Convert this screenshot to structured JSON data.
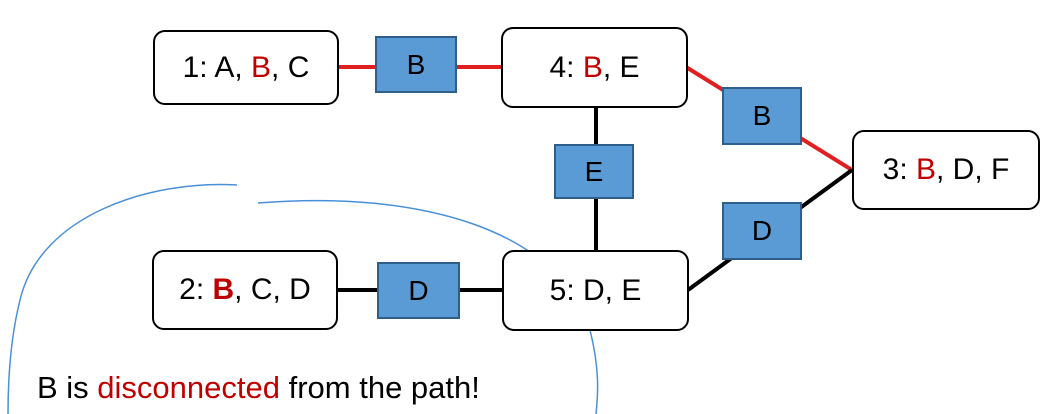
{
  "colors": {
    "highlight": "#c00000",
    "separator_fill": "#5b9bd5",
    "annotation": "#4a90d9",
    "edge_red": "#e02020",
    "edge_black": "#000000"
  },
  "nodes": {
    "n1": {
      "prefix": "1: A, ",
      "var": "B",
      "suffix": ", C"
    },
    "n2": {
      "prefix": "2: ",
      "var": "B",
      "suffix": ", C, D"
    },
    "n3": {
      "prefix": "3: ",
      "var": "B",
      "suffix": ", D, F"
    },
    "n4": {
      "prefix": "4: ",
      "var": "B",
      "suffix": ", E"
    },
    "n5": {
      "label": "5: D, E"
    }
  },
  "separators": {
    "s14": "B",
    "s43": "B",
    "s45": "E",
    "s53": "D",
    "s25": "D"
  },
  "caption": {
    "before": "B is ",
    "highlight": "disconnected",
    "after": " from the path!"
  }
}
